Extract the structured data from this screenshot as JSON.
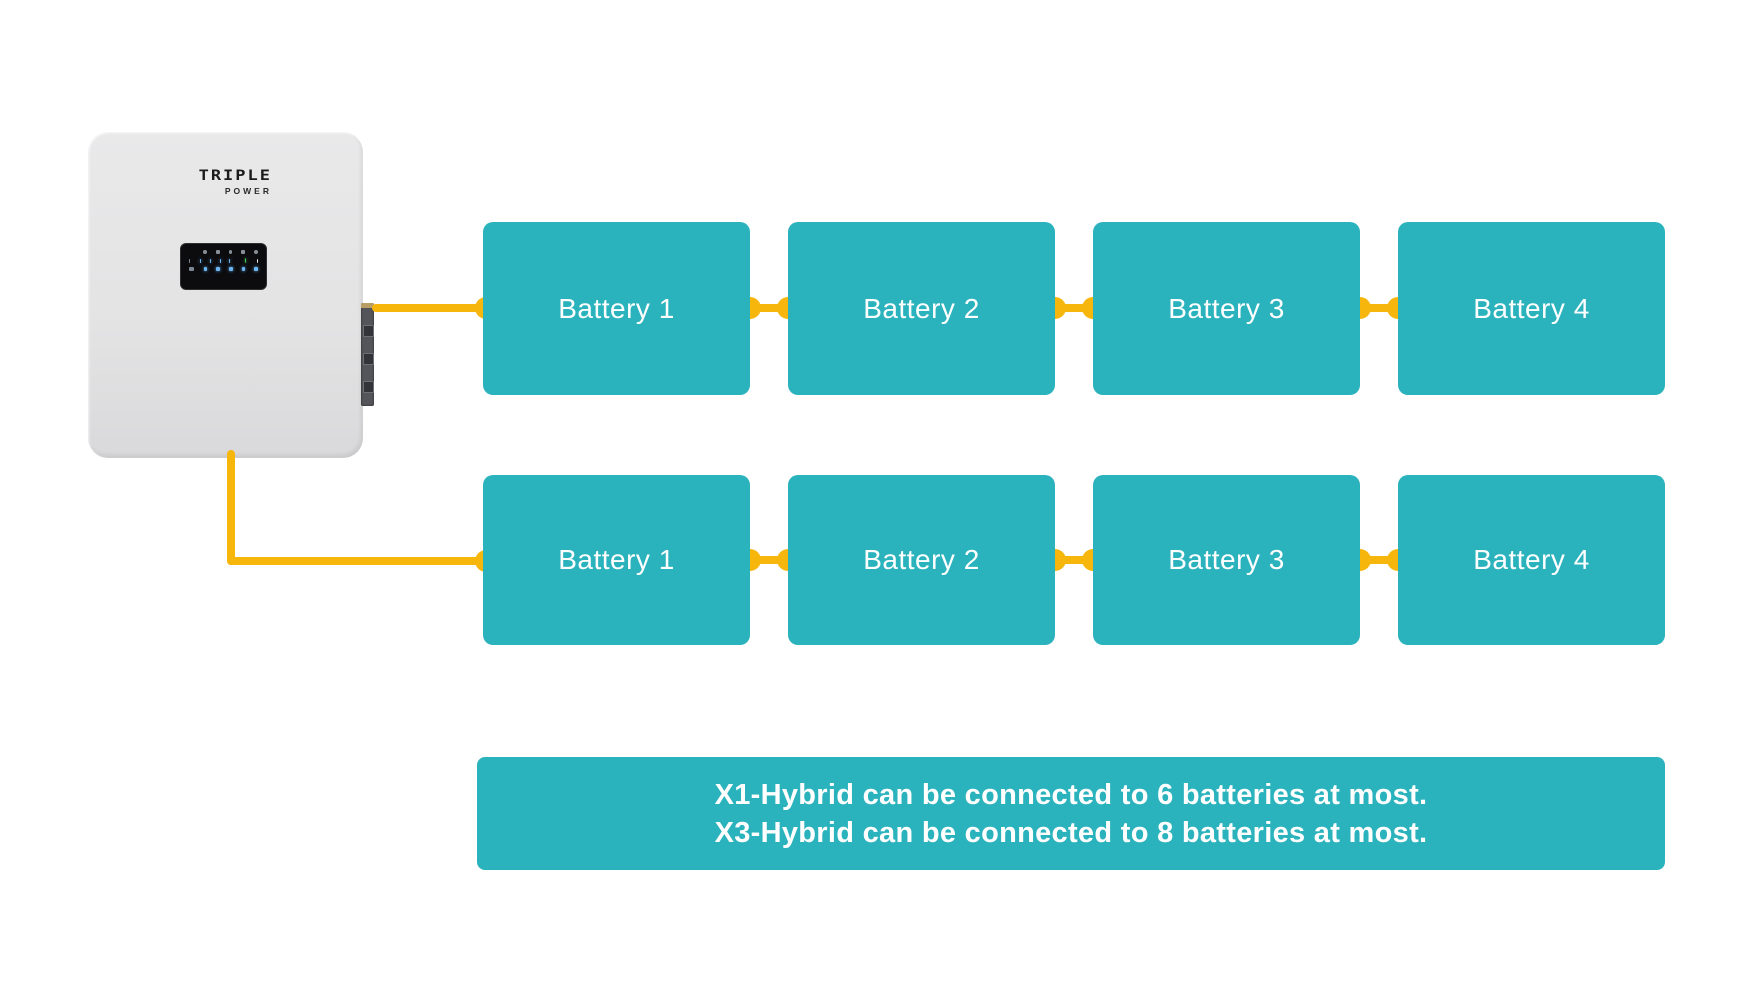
{
  "device": {
    "brand_name": "TRIPLE",
    "brand_sub": "POWER"
  },
  "batteries": {
    "string1": [
      "Battery 1",
      "Battery 2",
      "Battery 3",
      "Battery 4"
    ],
    "string2": [
      "Battery 1",
      "Battery 2",
      "Battery 3",
      "Battery 4"
    ]
  },
  "note": {
    "line1": "X1-Hybrid can be connected to 6 batteries at most.",
    "line2": "X3-Hybrid can be connected to 8 batteries at most."
  },
  "colors": {
    "teal": "#2BB3BD",
    "yellow": "#F6B60B",
    "device_body": "#E5E5E6"
  }
}
